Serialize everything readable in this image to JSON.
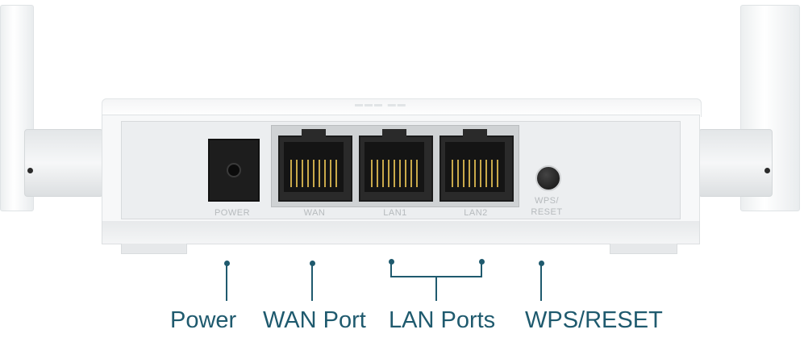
{
  "port_labels": {
    "power": "POWER",
    "wan": "WAN",
    "lan1": "LAN1",
    "lan2": "LAN2",
    "wps_reset_line1": "WPS/",
    "wps_reset_line2": "RESET"
  },
  "callouts": {
    "power": "Power",
    "wan": "WAN Port",
    "lan": "LAN Ports",
    "wps_reset": "WPS/RESET"
  },
  "colors": {
    "callout": "#1f5a6e",
    "port_label": "#b6babd",
    "router_body": "#f7f8f9"
  }
}
